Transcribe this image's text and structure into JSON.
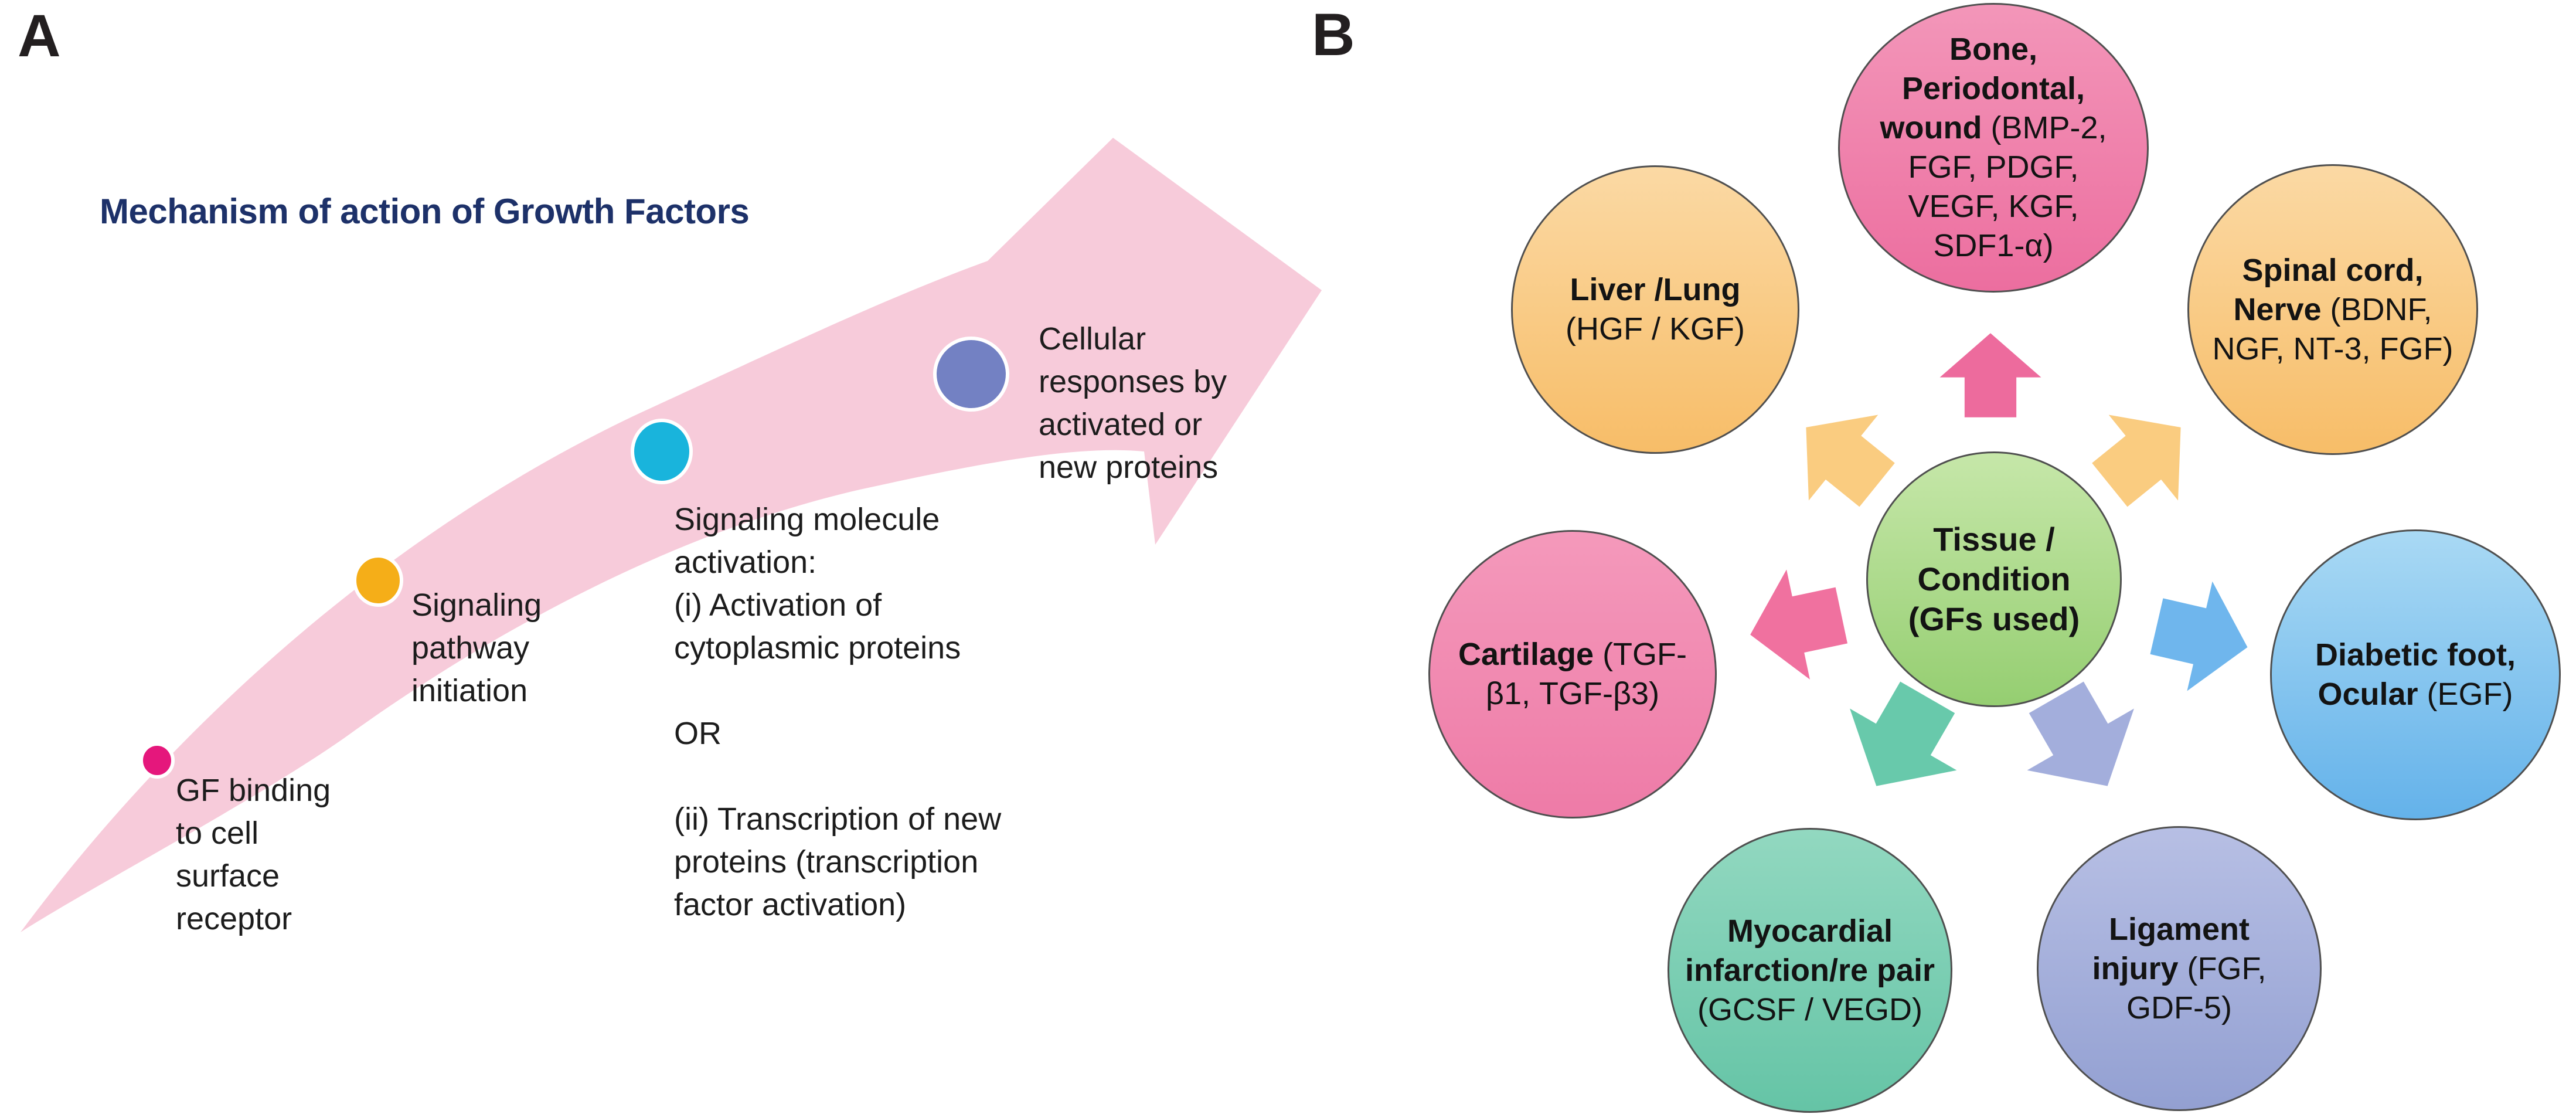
{
  "figure": {
    "panel_a_label": "A",
    "panel_b_label": "B"
  },
  "panel_a": {
    "title": "Mechanism of action of Growth Factors",
    "title_color": "#1D3169",
    "swoosh_color": "#F7CBDA",
    "steps": [
      {
        "dot_icon": "magenta-dot",
        "dot_color": "#E5177C",
        "text": "GF binding\nto cell\nsurface\nreceptor"
      },
      {
        "dot_icon": "yellow-dot",
        "dot_color": "#F5AE18",
        "text": "Signaling\npathway\ninitiation"
      },
      {
        "dot_icon": "cyan-dot",
        "dot_color": "#19B4DC",
        "text": "Signaling molecule\nactivation:\n(i) Activation of\ncytoplasmic proteins\n\nOR\n\n(ii) Transcription of new\nproteins (transcription\nfactor activation)"
      },
      {
        "dot_icon": "blue-dot",
        "dot_color": "#7381C3",
        "text": "Cellular\nresponses by\nactivated or\nnew proteins"
      }
    ]
  },
  "panel_b": {
    "circles": {
      "center": {
        "bold": "Tissue / Condition (GFs  used)",
        "rest": "",
        "fill_top": "#C6E7A9",
        "fill_bottom": "#95CE71"
      },
      "bone": {
        "bold": "Bone, Periodontal, wound",
        "rest": " (BMP-2, FGF, PDGF, VEGF, KGF, SDF1-α)",
        "fill_top": "#F396B9",
        "fill_bottom": "#EC6E9F"
      },
      "liver": {
        "bold": "Liver /Lung",
        "rest": " (HGF / KGF)",
        "fill_top": "#FBD9A4",
        "fill_bottom": "#F7BD68"
      },
      "spinal": {
        "bold": "Spinal  cord, Nerve",
        "rest": " (BDNF, NGF, NT-3, FGF)",
        "fill_top": "#FBD9A4",
        "fill_bottom": "#F7BD68"
      },
      "cartilage": {
        "bold": "Cartilage",
        "rest": " (TGF-β1, TGF-β3)",
        "fill_top": "#F499BB",
        "fill_bottom": "#EE7BA7"
      },
      "diabetic": {
        "bold": "Diabetic foot, Ocular",
        "rest": " (EGF)",
        "fill_top": "#A9D9F4",
        "fill_bottom": "#64B2EA"
      },
      "myocardial": {
        "bold": "Myocardial infarction/re pair",
        "rest": " (GCSF / VEGD)",
        "fill_top": "#92D8C0",
        "fill_bottom": "#65C4A6"
      },
      "ligament": {
        "bold": "Ligament injury",
        "rest": " (FGF, GDF-5)",
        "fill_top": "#B7BFE4",
        "fill_bottom": "#93A0D2"
      }
    },
    "arrows": {
      "up": {
        "points_to": "bone",
        "color": "#ED6B9D"
      },
      "upper_left": {
        "points_to": "liver",
        "color": "#FACC80"
      },
      "upper_right": {
        "points_to": "spinal",
        "color": "#FACC80"
      },
      "left": {
        "points_to": "cartilage",
        "color": "#F0719F"
      },
      "right": {
        "points_to": "diabetic",
        "color": "#6FB6ED"
      },
      "lower_left": {
        "points_to": "myocardial",
        "color": "#68C9AB"
      },
      "lower_right": {
        "points_to": "ligament",
        "color": "#A3AEDC"
      }
    }
  }
}
